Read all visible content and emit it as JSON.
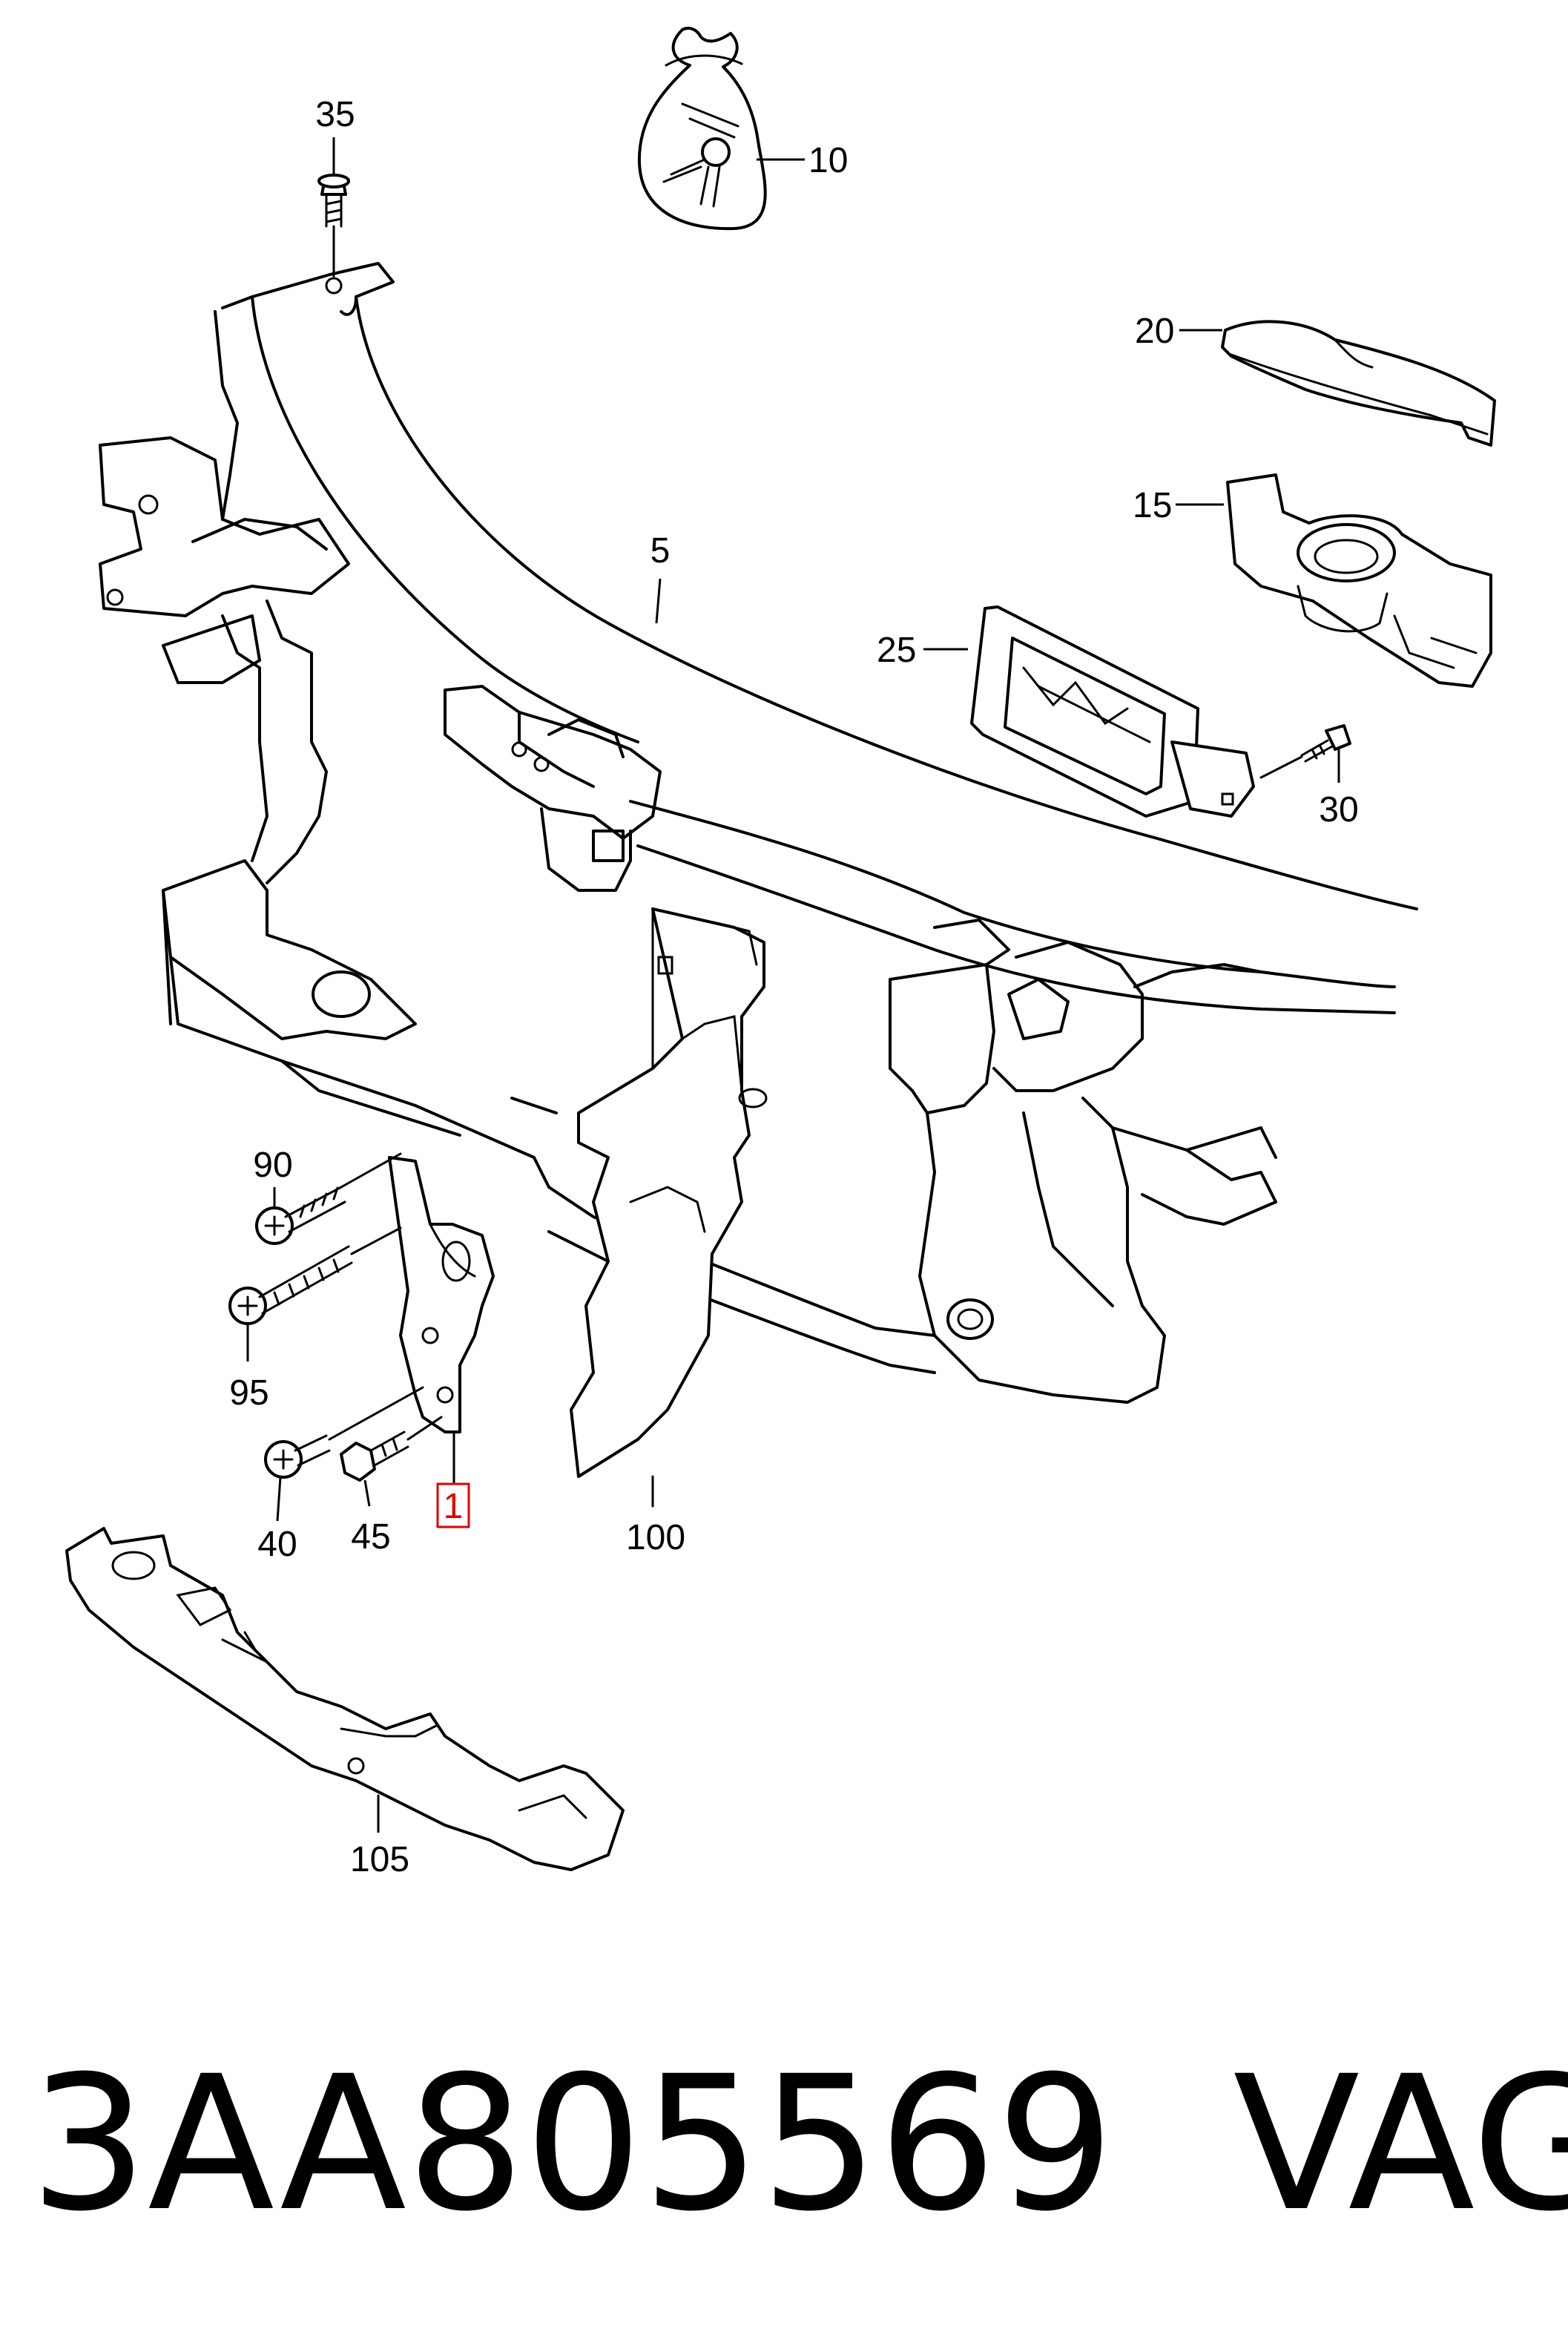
{
  "diagram": {
    "callouts": [
      {
        "id": "35"
      },
      {
        "id": "10"
      },
      {
        "id": "20"
      },
      {
        "id": "15"
      },
      {
        "id": "5"
      },
      {
        "id": "25"
      },
      {
        "id": "30"
      },
      {
        "id": "90"
      },
      {
        "id": "95"
      },
      {
        "id": "40"
      },
      {
        "id": "45"
      },
      {
        "id": "1",
        "highlighted": true
      },
      {
        "id": "100"
      },
      {
        "id": "105"
      }
    ],
    "highlight_color": "#e00000"
  },
  "footer": {
    "part_number": "3AA805569",
    "brand": "VAG"
  }
}
